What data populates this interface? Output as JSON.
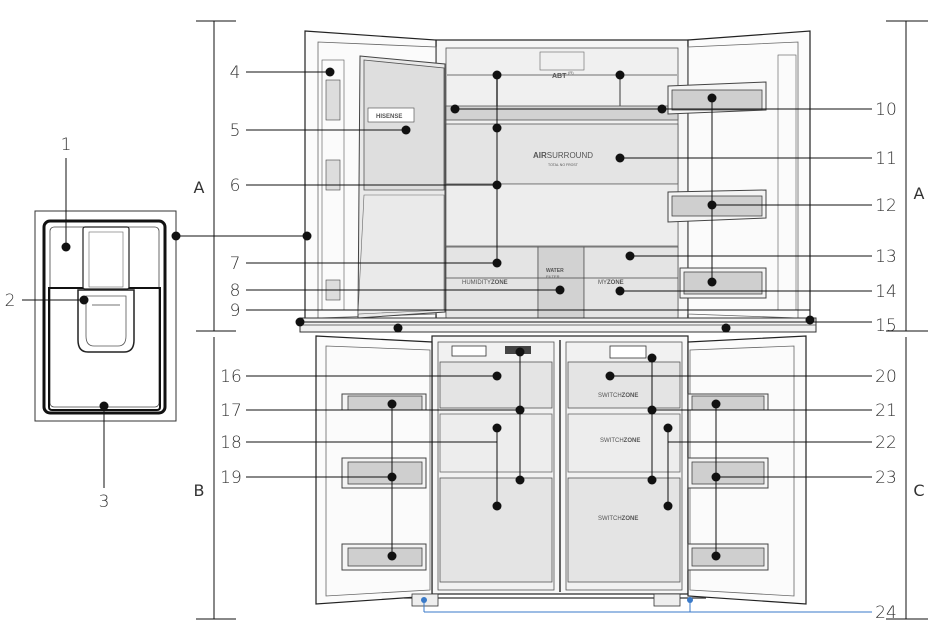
{
  "callouts": [
    "1",
    "2",
    "3",
    "4",
    "5",
    "6",
    "7",
    "8",
    "9",
    "10",
    "11",
    "12",
    "13",
    "14",
    "15",
    "16",
    "17",
    "18",
    "19",
    "20",
    "21",
    "22",
    "23",
    "24"
  ],
  "sections": {
    "a_left": "A",
    "a_right": "A",
    "b": "B",
    "c": "C"
  },
  "labels": {
    "abt": "ABT",
    "abt_sup": "(R)",
    "brand": "HISENSE",
    "air_main": "AIR",
    "air_rest": "SURROUND",
    "air_sub": "TOTAL NO FROST",
    "humidity_a": "HUMIDITY",
    "humidity_b": "ZONE",
    "water_a": "WATER",
    "water_b": "FILTER",
    "my_a": "MY",
    "my_b": "ZONE",
    "switch_a": "SWITCH",
    "switch_b": "ZONE"
  }
}
